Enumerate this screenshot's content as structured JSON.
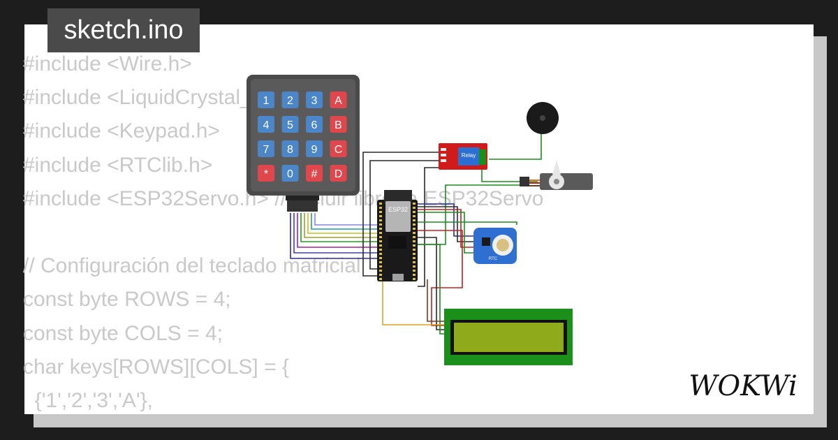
{
  "title": "sketch.ino",
  "code_lines": [
    "#include <Wire.h>",
    "#include <LiquidCrystal_I2C.h>",
    "#include <Keypad.h>",
    "#include <RTClib.h>",
    "#include <ESP32Servo.h> // Incluir librería ESP32Servo",
    "",
    "// Configuración del teclado matricial",
    "const byte ROWS = 4;",
    "const byte COLS = 4;",
    "char keys[ROWS][COLS] = {",
    "  {'1','2','3','A'},"
  ],
  "keypad_keys": [
    "1",
    "2",
    "3",
    "A",
    "4",
    "5",
    "6",
    "B",
    "7",
    "8",
    "9",
    "C",
    "*",
    "0",
    "#",
    "D"
  ],
  "esp32_label": "ESP32",
  "relay_label": "Relay",
  "rtc_label": "RTC",
  "logo_text": "WOKWi",
  "colors": {
    "background": "#1d1d1d",
    "card": "#ffffff",
    "code_text": "#c9c9c9",
    "title_tab": "#4a4a4a",
    "key_blue": "#4a86c8",
    "key_red": "#e0474c",
    "lcd_board": "#1a8f1a",
    "lcd_screen": "#8faa1a",
    "relay_board": "#d11a1a",
    "rtc_board": "#2f6fd1"
  }
}
